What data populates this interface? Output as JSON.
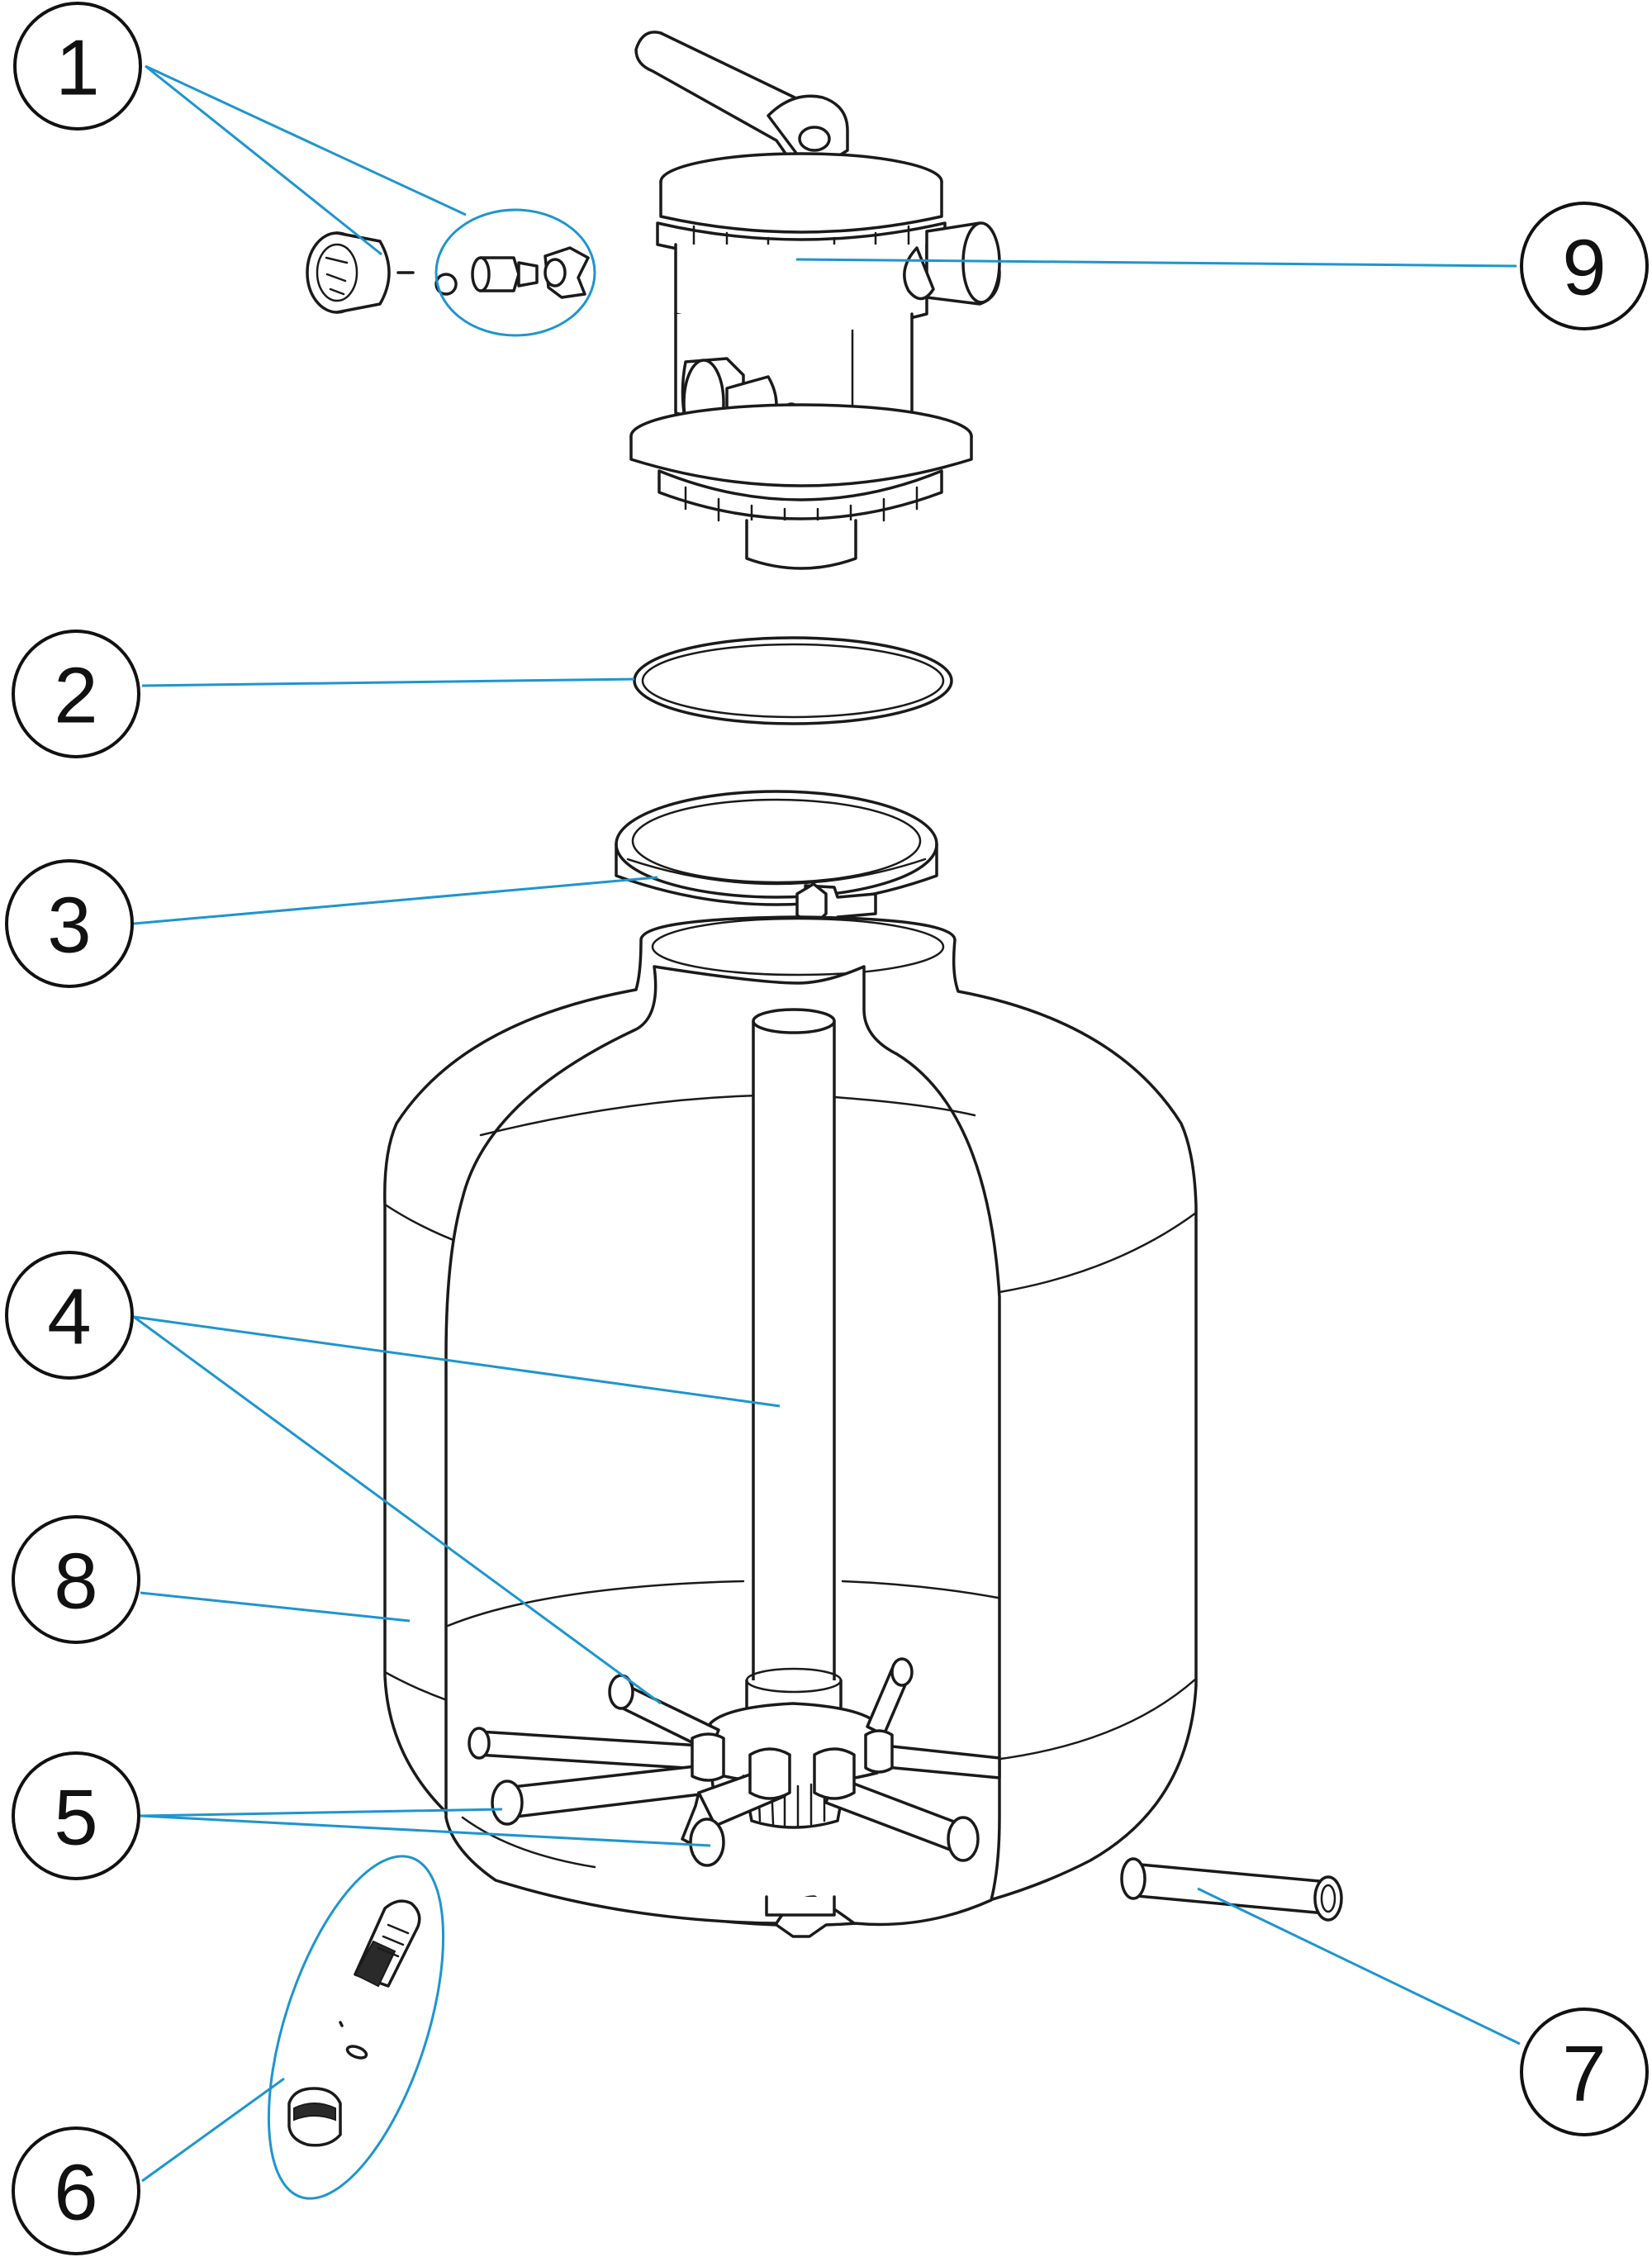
{
  "callouts": [
    {
      "number": "1"
    },
    {
      "number": "2"
    },
    {
      "number": "3"
    },
    {
      "number": "4"
    },
    {
      "number": "5"
    },
    {
      "number": "6"
    },
    {
      "number": "7"
    },
    {
      "number": "8"
    },
    {
      "number": "9"
    }
  ],
  "colors": {
    "leader_line": "#1d95cf",
    "outline": "#1a1a1a",
    "background": "#ffffff"
  }
}
